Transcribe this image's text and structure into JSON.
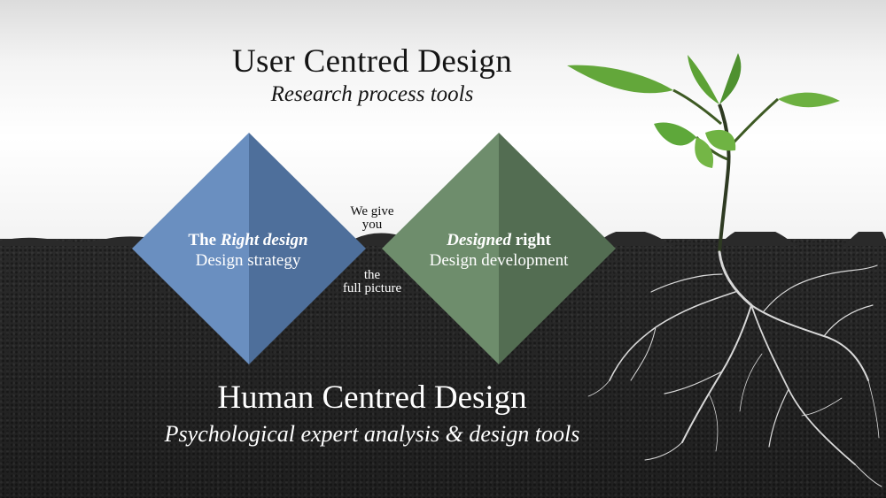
{
  "top": {
    "title": "User Centred Design",
    "subtitle": "Research process tools"
  },
  "bottom": {
    "title": "Human Centred Design",
    "subtitle": "Psychological expert analysis & design tools"
  },
  "left_diamond": {
    "title_prefix": "The ",
    "title_emphasis": "Right design",
    "subtitle": "Design strategy",
    "color": "#5b7fae"
  },
  "right_diamond": {
    "title_emphasis": "Designed",
    "title_suffix": " right",
    "subtitle": "Design development",
    "color": "#5e7a5d"
  },
  "connector": {
    "top_line1": "We give",
    "top_line2": "you",
    "bottom_line1": "the",
    "bottom_line2": "full picture"
  },
  "colors": {
    "soil": "#262626",
    "sky": "#f4f4f4",
    "leaf": "#5fa838",
    "root": "#d8d8d8"
  }
}
